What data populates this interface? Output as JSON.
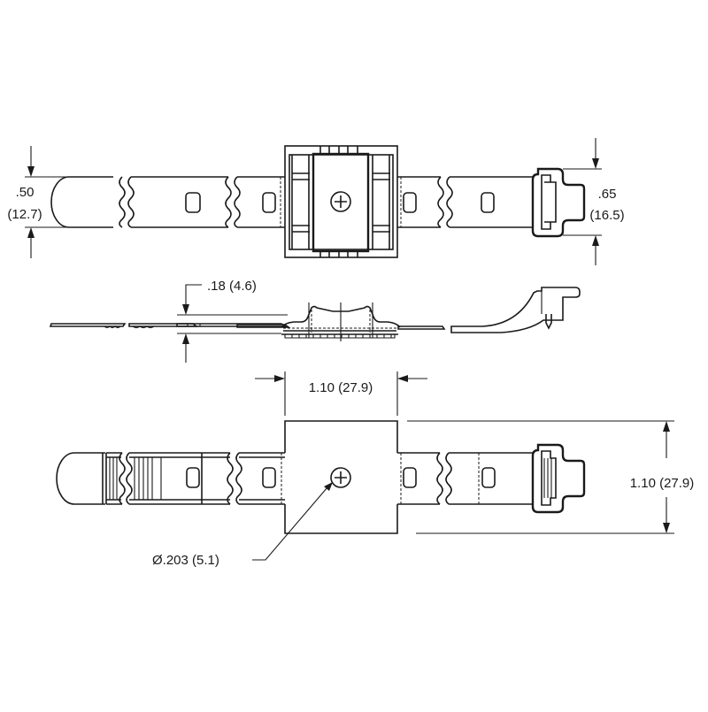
{
  "drawing": {
    "title": "Mounting tie - top, side and bottom views",
    "colors": {
      "line": "#1a1a1a",
      "background": "#ffffff"
    },
    "dimensions": {
      "strap_width": {
        "inch": ".50",
        "mm": "(12.7)"
      },
      "head_width": {
        "inch": ".65",
        "mm": "(16.5)"
      },
      "height": {
        "label": ".18 (4.6)"
      },
      "base_length": {
        "label": "1.10 (27.9)"
      },
      "base_width": {
        "label": "1.10 (27.9)"
      },
      "hole_diameter": {
        "label": "Ø.203 (5.1)"
      }
    },
    "views": [
      "top-view",
      "side-view",
      "bottom-view"
    ]
  }
}
